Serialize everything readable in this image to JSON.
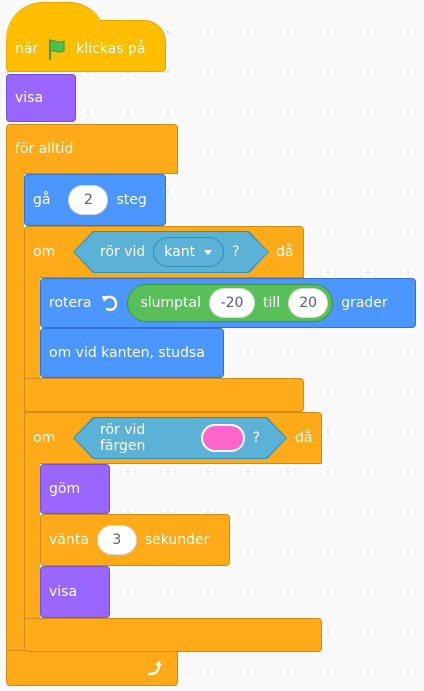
{
  "script": {
    "hat": {
      "prefix": "när",
      "suffix": "klickas på",
      "icon": "green-flag-icon"
    },
    "show1": {
      "label": "visa"
    },
    "forever": {
      "label": "för alltid",
      "icon": "loop-arrow-icon"
    },
    "move": {
      "prefix": "gå",
      "steps": "2",
      "suffix": "steg"
    },
    "if1": {
      "prefix": "om",
      "suffix": "då",
      "condition": {
        "label": "rör vid",
        "option": "kant",
        "question": "?"
      }
    },
    "turn": {
      "label": "rotera",
      "icon": "rotate-left-icon",
      "suffix": "grader",
      "random": {
        "label": "slumptal",
        "from": "-20",
        "to_label": "till",
        "to": "20"
      }
    },
    "bounce": {
      "label": "om vid kanten, studsa"
    },
    "if2": {
      "prefix": "om",
      "suffix": "då",
      "condition": {
        "label": "rör vid färgen",
        "question": "?",
        "color": "#ff66cc"
      }
    },
    "hide": {
      "label": "göm"
    },
    "wait": {
      "prefix": "vänta",
      "seconds": "3",
      "suffix": "sekunder"
    },
    "show2": {
      "label": "visa"
    }
  }
}
